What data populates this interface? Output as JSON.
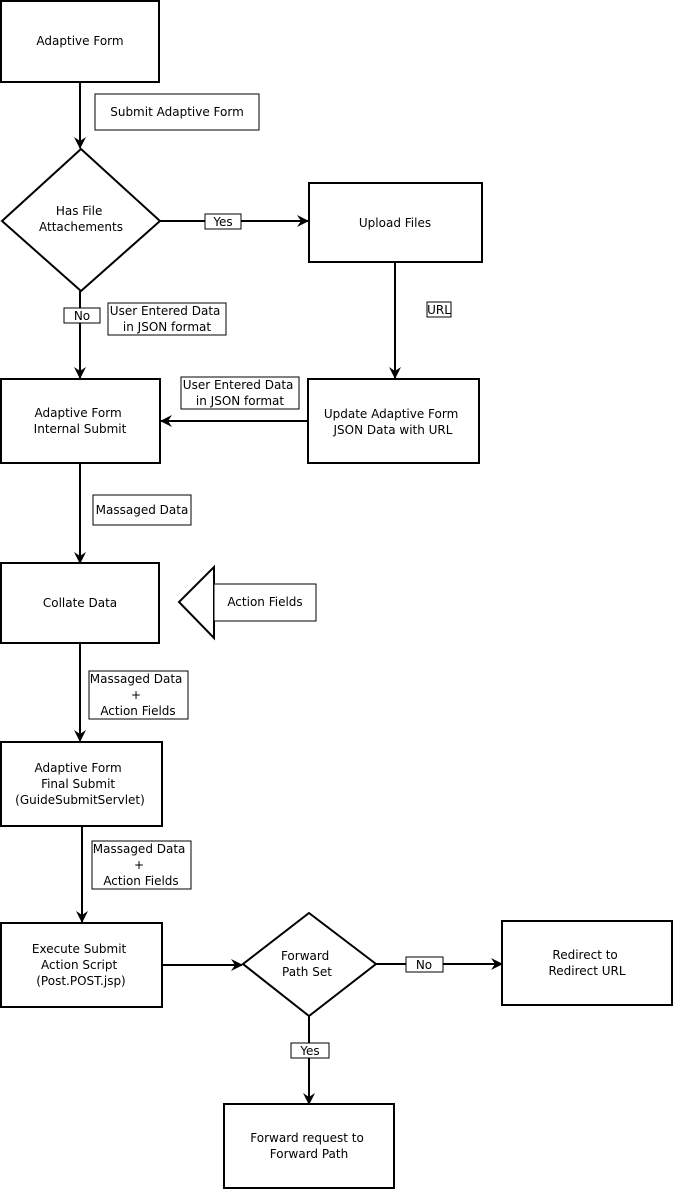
{
  "nodes": {
    "adaptive_form": [
      "Adaptive Form"
    ],
    "has_file_attachments": [
      "Has File",
      "Attachements"
    ],
    "upload_files": [
      "Upload Files"
    ],
    "internal_submit": [
      "Adaptive Form",
      "Internal Submit"
    ],
    "update_json": [
      "Update Adaptive Form",
      "JSON Data with URL"
    ],
    "collate_data": [
      "Collate Data"
    ],
    "final_submit": [
      "Adaptive Form",
      "Final Submit",
      "(GuideSubmitServlet)"
    ],
    "execute_script": [
      "Execute Submit",
      "Action Script",
      "(Post.POST.jsp)"
    ],
    "forward_path_set": [
      "Forward",
      "Path Set"
    ],
    "redirect": [
      "Redirect to",
      "Redirect URL"
    ],
    "forward_request": [
      "Forward request to",
      "Forward Path"
    ]
  },
  "edge_labels": {
    "submit_adaptive_form": [
      "Submit Adaptive Form"
    ],
    "yes_upload": [
      "Yes"
    ],
    "no_internal": [
      "No"
    ],
    "user_data_left": [
      "User Entered Data",
      "in JSON format"
    ],
    "url": [
      "URL"
    ],
    "user_data_right": [
      "User Entered Data",
      "in JSON format"
    ],
    "massaged_data": [
      "Massaged Data"
    ],
    "action_fields": [
      "Action Fields"
    ],
    "massaged_action_1": [
      "Massaged Data",
      "+",
      "Action Fields"
    ],
    "massaged_action_2": [
      "Massaged Data",
      "+",
      "Action Fields"
    ],
    "no_redirect": [
      "No"
    ],
    "yes_forward": [
      "Yes"
    ]
  },
  "colors": {
    "stroke": "#000000",
    "fill": "#ffffff",
    "text": "#000000"
  }
}
